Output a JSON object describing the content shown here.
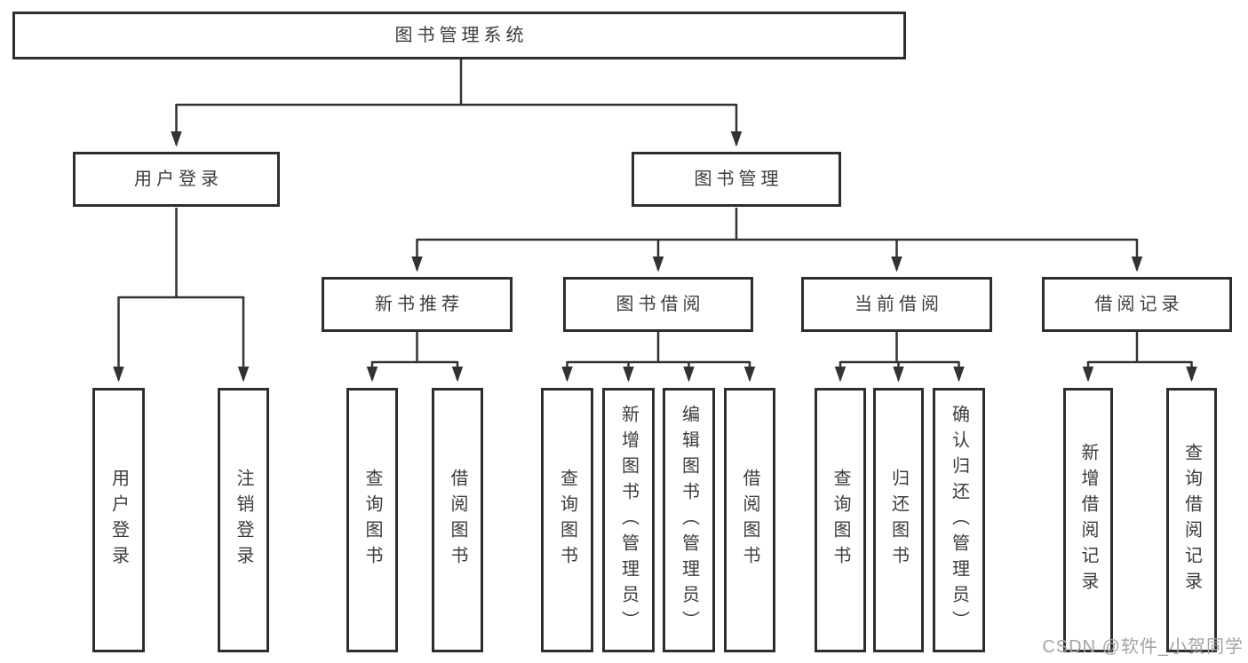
{
  "tree": {
    "root": {
      "label": "图书管理系统"
    },
    "branches": [
      {
        "label": "用户登录",
        "children": [
          {
            "label": "用户登录"
          },
          {
            "label": "注销登录"
          }
        ]
      },
      {
        "label": "图书管理",
        "groups": [
          {
            "label": "新书推荐",
            "children": [
              {
                "label": "查询图书"
              },
              {
                "label": "借阅图书"
              }
            ]
          },
          {
            "label": "图书借阅",
            "children": [
              {
                "label": "查询图书"
              },
              {
                "label": "新增图书（管理员）"
              },
              {
                "label": "编辑图书（管理员）"
              },
              {
                "label": "借阅图书"
              }
            ]
          },
          {
            "label": "当前借阅",
            "children": [
              {
                "label": "查询图书"
              },
              {
                "label": "归还图书"
              },
              {
                "label": "确认归还（管理员）"
              }
            ]
          },
          {
            "label": "借阅记录",
            "children": [
              {
                "label": "新增借阅记录"
              },
              {
                "label": "查询借阅记录"
              }
            ]
          }
        ]
      }
    ]
  },
  "watermark": {
    "text": "CSDN @软件_小贺同学"
  },
  "colors": {
    "line": "#323232",
    "border": "#2e2e2e",
    "text": "#3c3c3c",
    "bg": "#ffffff",
    "watermark": "#a3a3a3"
  }
}
